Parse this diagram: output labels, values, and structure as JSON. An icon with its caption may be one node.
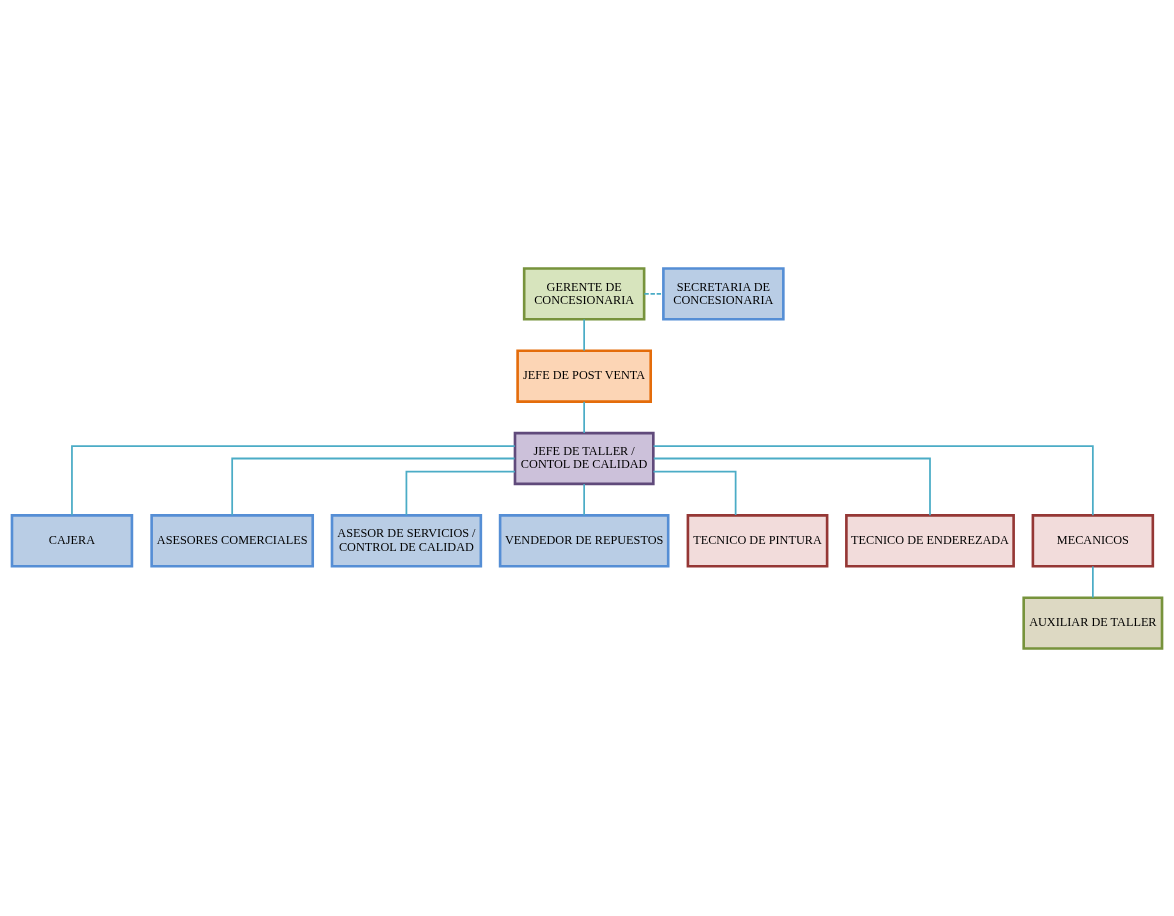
{
  "diagram": {
    "nodes": [
      {
        "text": [
          "GERENTE DE CONCESIONARIA"
        ]
      },
      {
        "text": [
          "SECRETARIA DE CONCESIONARIA"
        ]
      },
      {
        "text": [
          "JEFE DE POST VENTA"
        ]
      },
      {
        "text": [
          "JEFE DE TALLER / CONTOL DE CALIDAD"
        ]
      },
      {
        "text": [
          "CAJERA"
        ]
      },
      {
        "text": [
          "ASESORES COMERCIALES"
        ]
      },
      {
        "text": [
          "ASESOR DE SERVICIOS / CONTROL DE CALIDAD"
        ]
      },
      {
        "text": [
          "VENDEDOR DE REPUESTOS"
        ]
      },
      {
        "text": [
          "TECNICO DE PINTURA"
        ]
      },
      {
        "text": [
          "TECNICO DE ENDEREZADA"
        ]
      },
      {
        "text": [
          "MECANICOS"
        ]
      },
      {
        "text": [
          "AUXILIAR DE TALLER"
        ]
      }
    ],
    "edges": [
      {
        "from": 0,
        "to": 1,
        "arrow": "none",
        "style": "dashed"
      },
      {
        "from": 0,
        "to": 2,
        "arrow": "none"
      },
      {
        "from": 2,
        "to": 3,
        "arrow": "none"
      },
      {
        "from": 3,
        "to": 4,
        "arrow": "none"
      },
      {
        "from": 3,
        "to": 5,
        "arrow": "none"
      },
      {
        "from": 3,
        "to": 6,
        "arrow": "none"
      },
      {
        "from": 3,
        "to": 7,
        "arrow": "none"
      },
      {
        "from": 3,
        "to": 8,
        "arrow": "none"
      },
      {
        "from": 3,
        "to": 9,
        "arrow": "none"
      },
      {
        "from": 3,
        "to": 10,
        "arrow": "none"
      },
      {
        "from": 10,
        "to": 11,
        "arrow": "none"
      }
    ]
  }
}
